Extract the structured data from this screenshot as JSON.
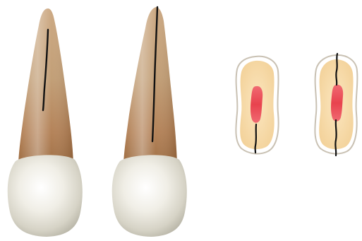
{
  "figure": {
    "background": "#ffffff",
    "root_colors": {
      "top": "#c9a27a",
      "mid": "#b58a5e",
      "cervical": "#9c6a3e"
    },
    "crown_colors": {
      "highlight": "#ffffff",
      "body": "#e9e6dc",
      "shadow": "#b9b6a8"
    },
    "fracture_line_color": "#111111",
    "cross_section_colors": {
      "outline": "#c9c1b3",
      "dentin": "#f7ddb0",
      "pulp": "#e8434e"
    },
    "panels": [
      {
        "view": "longitudinal",
        "fracture": "partial"
      },
      {
        "view": "longitudinal",
        "fracture": "complete"
      },
      {
        "view": "cross-section",
        "fracture": "partial"
      },
      {
        "view": "cross-section",
        "fracture": "complete"
      }
    ]
  }
}
